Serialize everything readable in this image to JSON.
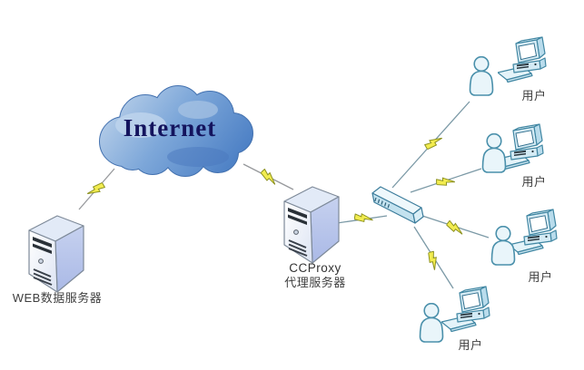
{
  "cloud": {
    "label": "Internet"
  },
  "web_server": {
    "label": "WEB数据服务器"
  },
  "proxy_server": {
    "name": "CCProxy",
    "label": "代理服务器"
  },
  "users": [
    {
      "label": "用户"
    },
    {
      "label": "用户"
    },
    {
      "label": "用户"
    },
    {
      "label": "用户"
    }
  ],
  "colors": {
    "cloud_fill_light": "#b8cfe9",
    "cloud_fill_dark": "#4a7ec4",
    "cloud_outline": "#4472b0",
    "internet_text": "#14145e",
    "server_side": "#aab9e6",
    "server_front": "#ffffff",
    "device_fill": "#ddf0f8",
    "device_stroke": "#4187a3",
    "bolt_fill": "#f2ec4f",
    "bolt_stroke": "#8d9220",
    "line_gray": "#97999c",
    "line_teal": "#7b99a6",
    "label_color": "#3f3f3f"
  }
}
